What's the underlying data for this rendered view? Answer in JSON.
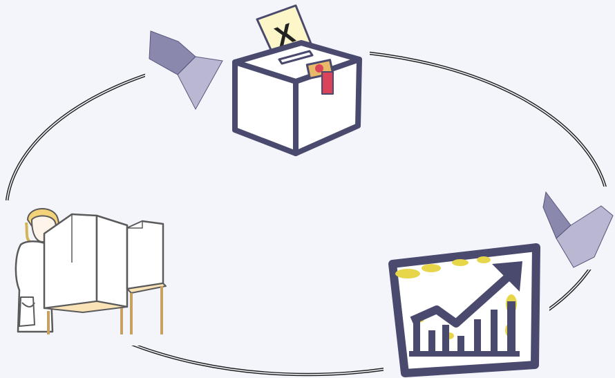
{
  "diagram": {
    "kind": "cycle",
    "nodes": [
      {
        "id": "ballot-box",
        "icon": "ballot-box-icon",
        "mark": "X"
      },
      {
        "id": "results-chart",
        "icon": "rising-bar-chart-icon"
      },
      {
        "id": "voter-booth",
        "icon": "voter-at-booth-icon"
      }
    ],
    "connectors": [
      "arrow-to-ballot-box",
      "arrow-to-results-chart"
    ]
  },
  "colors": {
    "background": "#f4f5fb",
    "outline": "#4a4a6e",
    "arrow": "#9b99bb",
    "ring": "#222222",
    "ballot_paper": "#fdf6c8",
    "seal": "#d9445a",
    "chart_accent": "#e8d64a",
    "hair": "#f2d37a"
  }
}
